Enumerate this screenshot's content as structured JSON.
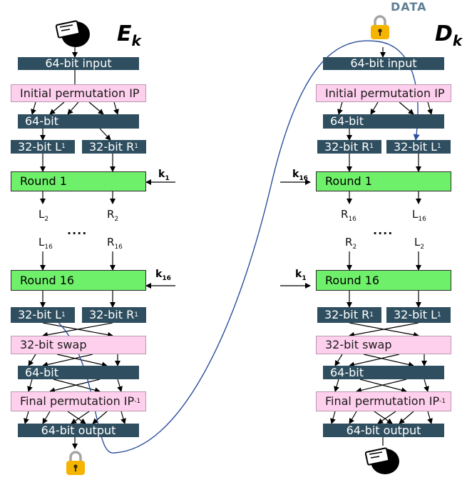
{
  "watermark": "DATA",
  "enc": {
    "title_main": "E",
    "title_sub": "k",
    "input": "64-bit input",
    "ip": "Initial permutation IP",
    "bit64a": "64-bit",
    "l1": {
      "main": "32-bit L",
      "sub": "1"
    },
    "r1": {
      "main": "32-bit R",
      "sub": "1"
    },
    "round1": "Round 1",
    "k_round1": {
      "main": "k",
      "sub": "1"
    },
    "l2": {
      "main": "L",
      "sub": "2"
    },
    "r2": {
      "main": "R",
      "sub": "2"
    },
    "dots": "....",
    "l16": {
      "main": "L",
      "sub": "16"
    },
    "r16": {
      "main": "R",
      "sub": "16"
    },
    "round16": "Round 16",
    "k_round16": {
      "main": "k",
      "sub": "16"
    },
    "out_l": {
      "main": "32-bit L",
      "sub": "1"
    },
    "out_r": {
      "main": "32-bit R",
      "sub": "1"
    },
    "swap": "32-bit swap",
    "bit64b": "64-bit",
    "fp": {
      "main": "Final permutation IP",
      "sup": "-1"
    },
    "output": "64-bit output"
  },
  "dec": {
    "title_main": "D",
    "title_sub": "k",
    "input": "64-bit input",
    "ip": "Initial permutation IP",
    "bit64a": "64-bit",
    "r1": {
      "main": "32-bit R",
      "sub": "1"
    },
    "l1": {
      "main": "32-bit L",
      "sub": "1"
    },
    "round1": "Round 1",
    "k_round1": {
      "main": "k",
      "sub": "16"
    },
    "r16": {
      "main": "R",
      "sub": "16"
    },
    "l16": {
      "main": "L",
      "sub": "16"
    },
    "dots": "....",
    "r2": {
      "main": "R",
      "sub": "2"
    },
    "l2": {
      "main": "L",
      "sub": "2"
    },
    "round16": "Round 16",
    "k_round16": {
      "main": "k",
      "sub": "1"
    },
    "out_r": {
      "main": "32-bit R",
      "sub": "1"
    },
    "out_l": {
      "main": "32-bit L",
      "sub": "1"
    },
    "swap": "32-bit swap",
    "bit64b": "64-bit",
    "fp": {
      "main": "Final permutation IP",
      "sup": "-1"
    },
    "output": "64-bit output"
  },
  "colors": {
    "dark_box": "#2f4f60",
    "pink_box": "#ffd0ee",
    "green_box": "#6ff06a",
    "link_curve": "#2c4f9c",
    "lock_gold": "#f4b400"
  },
  "icons": [
    "hand-card-icon",
    "lock-icon"
  ]
}
